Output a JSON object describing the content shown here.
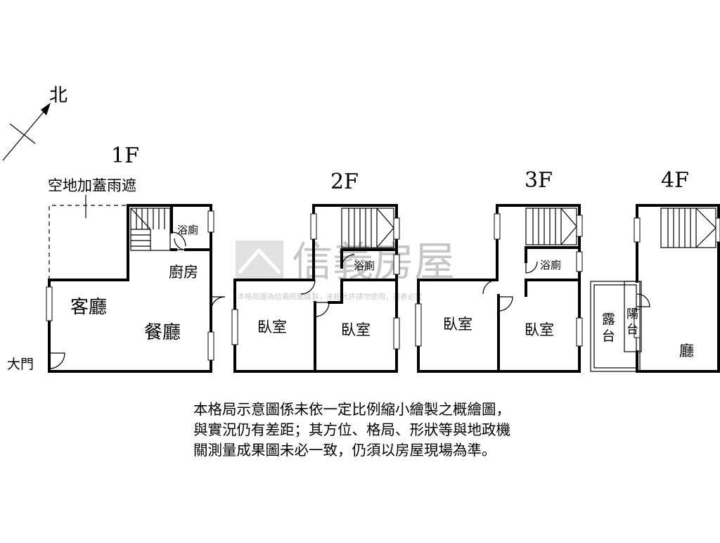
{
  "compass": {
    "north_label": "北"
  },
  "floors": {
    "f1": {
      "label": "1F",
      "annotation": "空地加蓋雨遮",
      "rooms": {
        "bath": "浴廁",
        "kitchen": "廚房",
        "living": "客廳",
        "dining": "餐廳",
        "entrance": "大門"
      }
    },
    "f2": {
      "label": "2F",
      "rooms": {
        "bath": "浴廁",
        "bedroom_left": "臥室",
        "bedroom_right": "臥室"
      }
    },
    "f3": {
      "label": "3F",
      "rooms": {
        "bath": "浴廁",
        "bedroom_left": "臥室",
        "bedroom_right": "臥室"
      }
    },
    "f4": {
      "label": "4F",
      "rooms": {
        "terrace_1": "露",
        "terrace_2": "台",
        "balcony_1": "陽",
        "balcony_2": "台",
        "hall": "廳"
      }
    }
  },
  "watermark": {
    "brand": "信義房屋",
    "notice": "本格局圖為信義房屋繪製，未經允許請勿使用，違者必究"
  },
  "disclaimer": {
    "line1": "本格局示意圖係未依一定比例縮小繪製之概繪圖，",
    "line2": "與實況仍有差距；其方位、格局、形狀等與地政機",
    "line3": "關測量成果圖未必一致，仍須以房屋現場為準。"
  }
}
